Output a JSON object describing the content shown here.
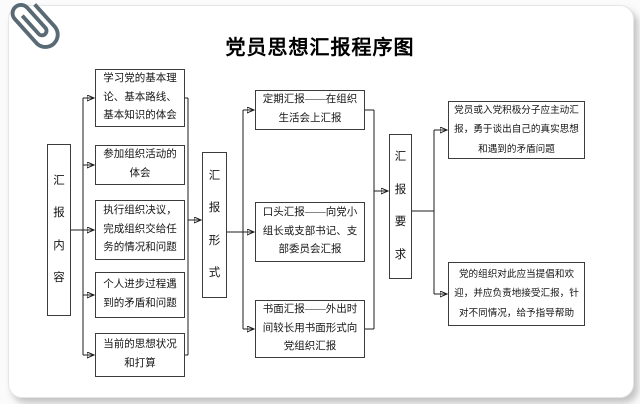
{
  "title": "党员思想汇报程序图",
  "colors": {
    "line": "#1c1c1c",
    "box_border": "#3c3c3c",
    "page_background": "#ffffff",
    "paperclip": "#5a6a74"
  },
  "icons": {
    "paperclip": "paperclip-icon"
  },
  "flow": {
    "stages": [
      {
        "id": "content",
        "label": "汇报内容"
      },
      {
        "id": "form",
        "label": "汇报形式"
      },
      {
        "id": "requirement",
        "label": "汇报要求"
      }
    ],
    "content_items": [
      "学习党的基本理论、基本路线、基本知识的体会",
      "参加组织活动的体会",
      "执行组织决议，完成组织交给任务的情况和问题",
      "个人进步过程遇到的矛盾和问题",
      "当前的思想状况和打算"
    ],
    "form_items": [
      "定期汇报——在组织生活会上汇报",
      "口头汇报——向党小组长或支部书记、支部委员会汇报",
      "书面汇报——外出时间较长用书面形式向党组织汇报"
    ],
    "requirement_items": [
      "党员或入党积极分子应主动汇报，勇于谈出自己的真实思想和遇到的矛盾问题",
      "党的组织对此应当提倡和欢迎，并应负责地接受汇报，针对不同情况，给予指导帮助"
    ]
  }
}
